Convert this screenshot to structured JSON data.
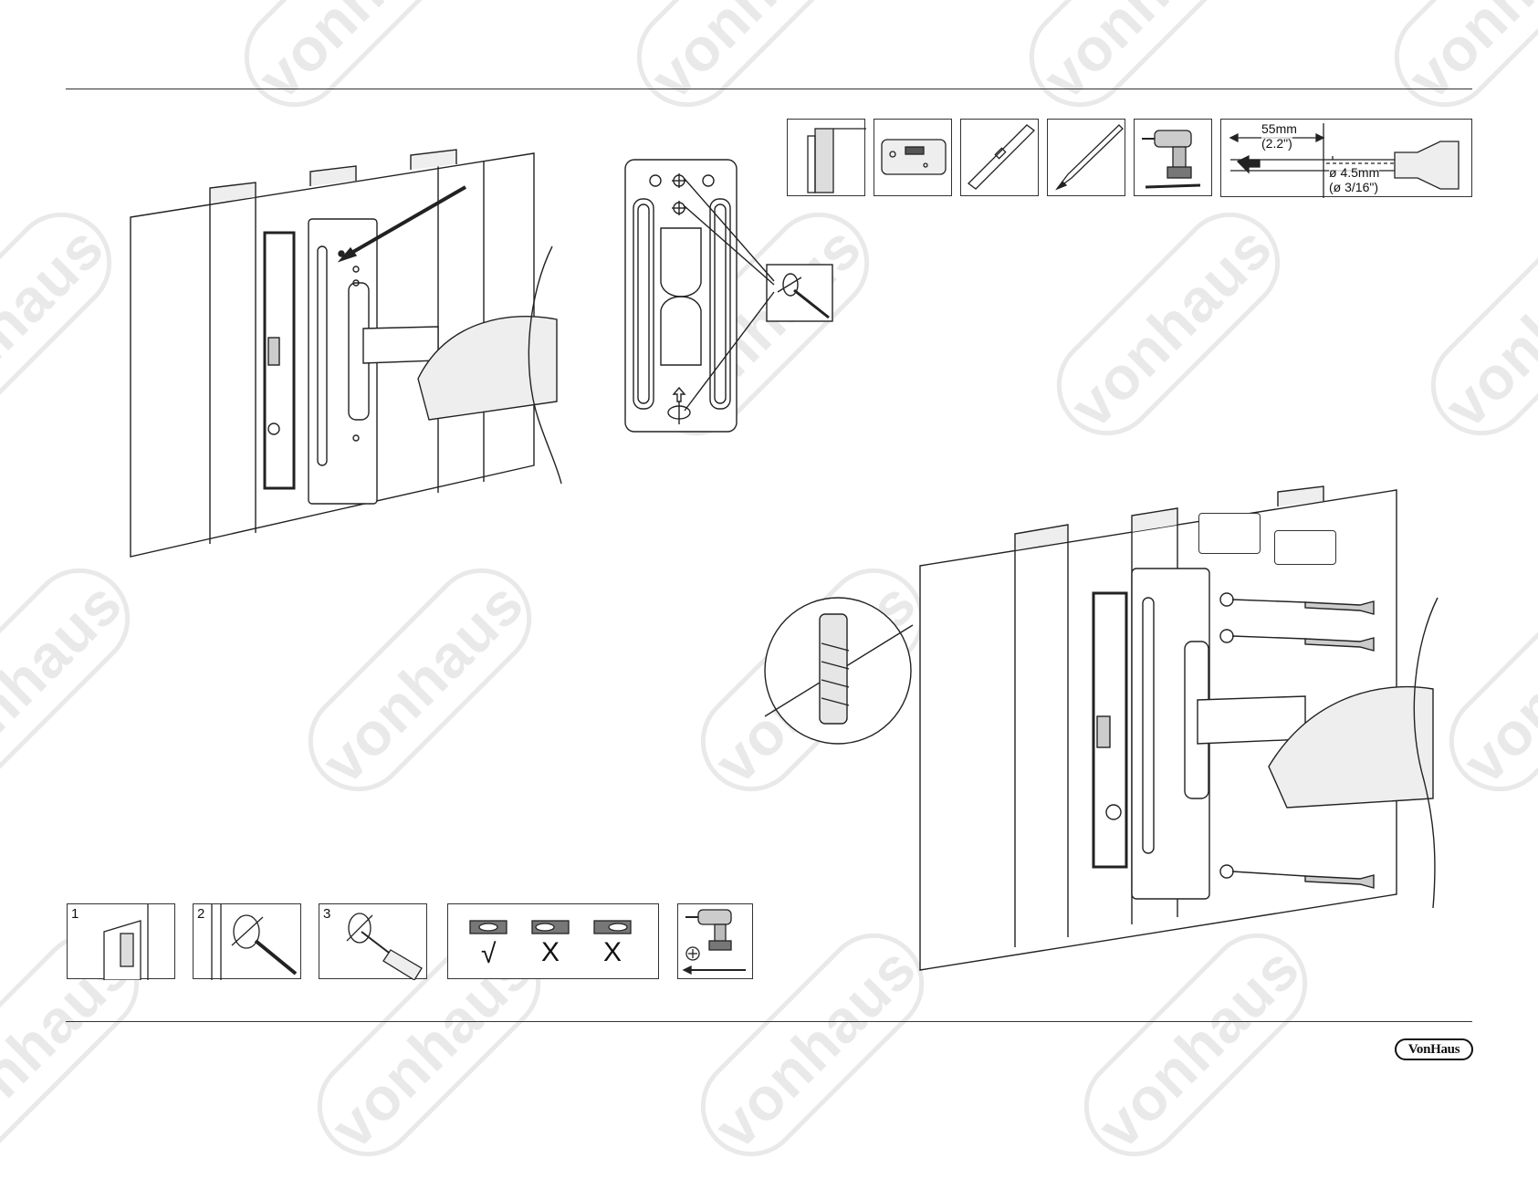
{
  "watermark": {
    "text": "vonhaus"
  },
  "drill_spec": {
    "depth_mm": "55mm",
    "depth_in": "(2.2\")",
    "diameter_mm": "ø 4.5mm",
    "diameter_in": "(ø 3/16\")"
  },
  "steps": {
    "s1": "1",
    "s2": "2",
    "s3": "3"
  },
  "level_check": {
    "ok": "√",
    "bad_1": "X",
    "bad_2": "X"
  },
  "brand": {
    "logo_text": "VonHaus"
  }
}
